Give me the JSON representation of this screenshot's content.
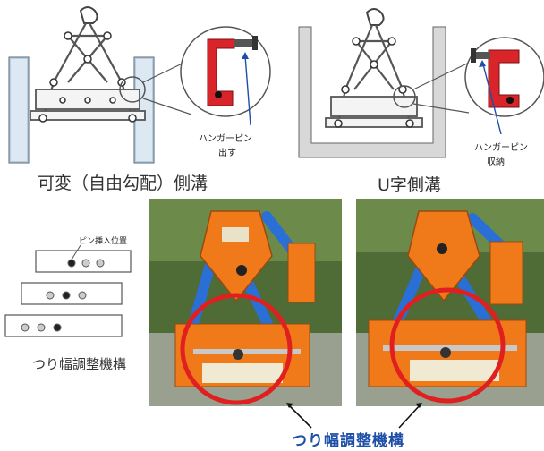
{
  "top_left": {
    "caption": "可変（自由勾配）側溝",
    "callout_line1": "ハンガーピン",
    "callout_line2": "出す"
  },
  "top_right": {
    "caption": "U字側溝",
    "callout_line1": "ハンガーピン",
    "callout_line2": "収納"
  },
  "bottom_left": {
    "pin_label": "ピン挿入位置",
    "caption": "つり幅調整機構"
  },
  "bottom": {
    "mechanism_label": "つり幅調整機構"
  },
  "colors": {
    "callout_red": "#d9242a",
    "highlight_red": "#e02020",
    "label_blue": "#1e4fa8",
    "clamp_orange": "#f07a1a",
    "arm_blue": "#2a6fd6"
  }
}
